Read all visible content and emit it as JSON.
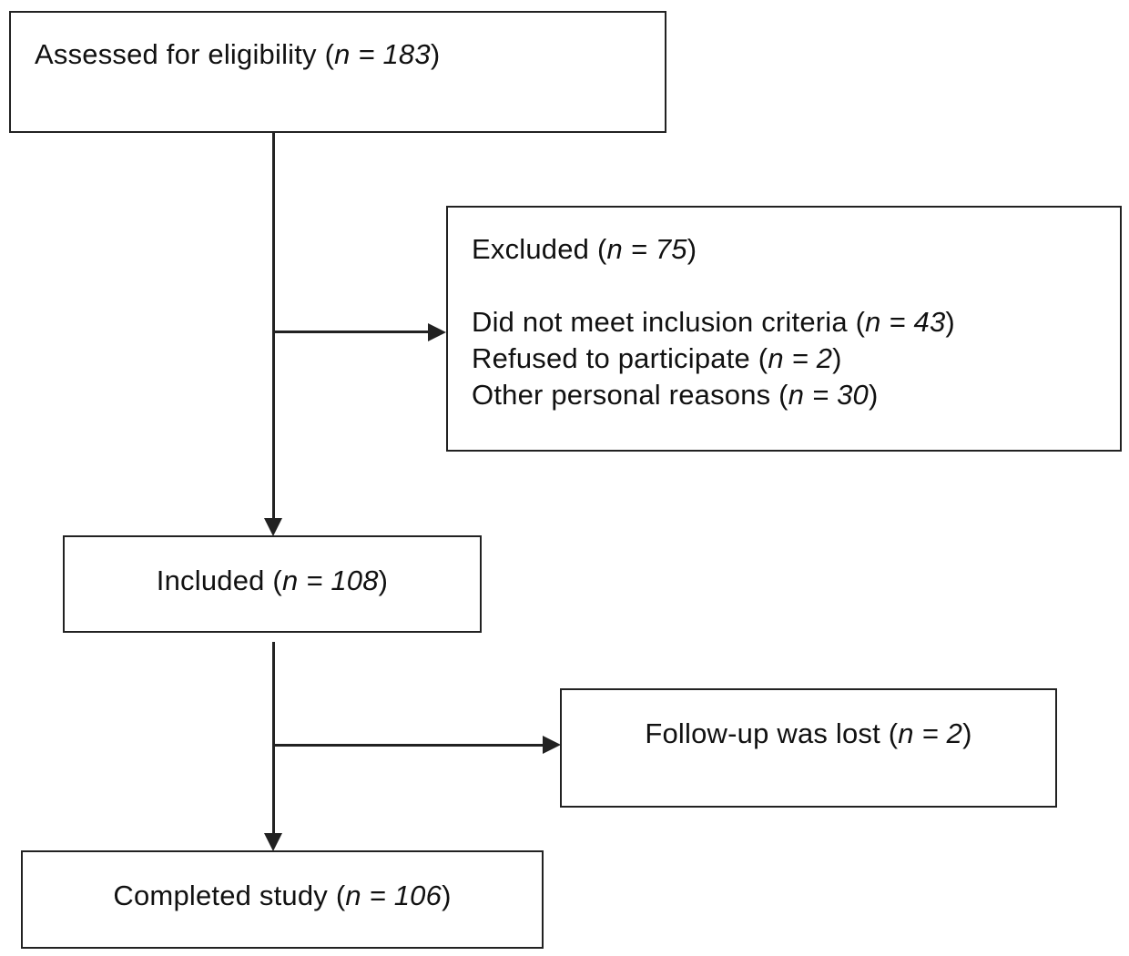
{
  "boxes": {
    "assessed": {
      "label": "Assessed for eligibility (",
      "n_prefix": "n",
      "n_value": " = 183",
      "close": ")"
    },
    "excluded": {
      "title": {
        "label": "Excluded (",
        "n_prefix": "n",
        "n_value": " = 75",
        "close": ")"
      },
      "reasons": [
        {
          "label": "Did not meet inclusion criteria (",
          "n_prefix": "n",
          "n_value": " = 43",
          "close": ")"
        },
        {
          "label": "Refused to participate (",
          "n_prefix": "n",
          "n_value": " = 2",
          "close": ")"
        },
        {
          "label": "Other personal reasons (",
          "n_prefix": "n",
          "n_value": " = 30",
          "close": ")"
        }
      ]
    },
    "included": {
      "label": "Included (",
      "n_prefix": "n",
      "n_value": " = 108",
      "close": ")"
    },
    "lost": {
      "label": "Follow-up was lost (",
      "n_prefix": "n",
      "n_value": " = 2",
      "close": ")"
    },
    "completed": {
      "label": "Completed study (",
      "n_prefix": "n",
      "n_value": " = 106",
      "close": ")"
    }
  }
}
